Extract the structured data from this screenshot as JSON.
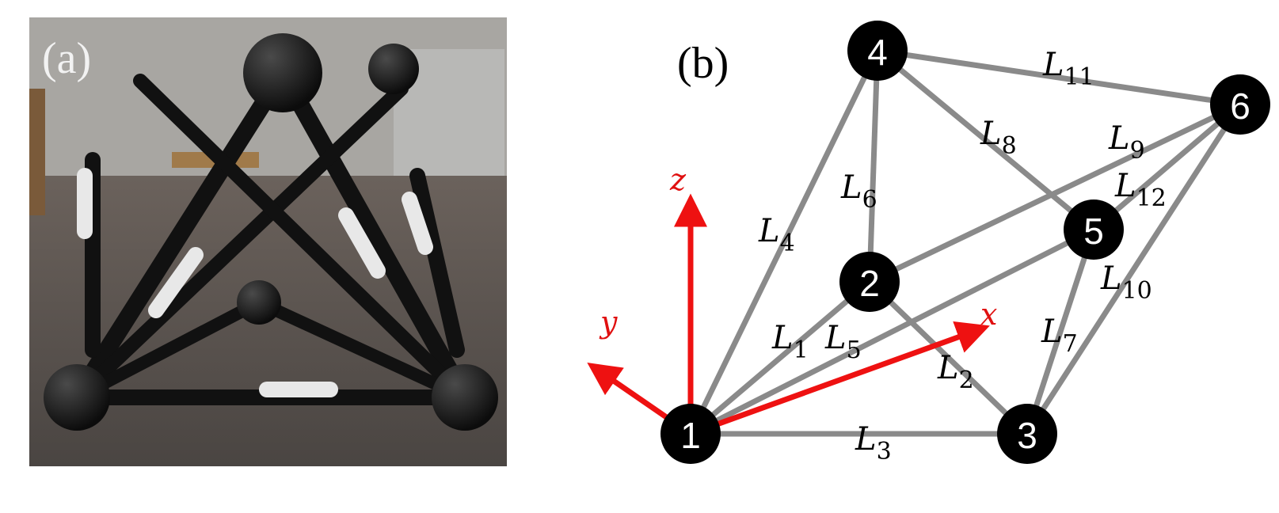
{
  "panel_a": {
    "label": "(a)"
  },
  "panel_b": {
    "label": "(b)"
  },
  "axes": {
    "x": "x",
    "y": "y",
    "z": "z",
    "color": "#ee1111"
  },
  "colors": {
    "edge": "#8a8a8a",
    "node": "#000000",
    "node_text": "#ffffff"
  },
  "nodes": [
    {
      "id": "1",
      "label": "1"
    },
    {
      "id": "2",
      "label": "2"
    },
    {
      "id": "3",
      "label": "3"
    },
    {
      "id": "4",
      "label": "4"
    },
    {
      "id": "5",
      "label": "5"
    },
    {
      "id": "6",
      "label": "6"
    }
  ],
  "edges": [
    {
      "name": "L",
      "sub": "1",
      "from": "1",
      "to": "2"
    },
    {
      "name": "L",
      "sub": "2",
      "from": "2",
      "to": "3"
    },
    {
      "name": "L",
      "sub": "3",
      "from": "1",
      "to": "3"
    },
    {
      "name": "L",
      "sub": "4",
      "from": "1",
      "to": "4"
    },
    {
      "name": "L",
      "sub": "5",
      "from": "1",
      "to": "5"
    },
    {
      "name": "L",
      "sub": "6",
      "from": "2",
      "to": "4"
    },
    {
      "name": "L",
      "sub": "7",
      "from": "3",
      "to": "5"
    },
    {
      "name": "L",
      "sub": "8",
      "from": "4",
      "to": "5"
    },
    {
      "name": "L",
      "sub": "9",
      "from": "2",
      "to": "6"
    },
    {
      "name": "L",
      "sub": "10",
      "from": "3",
      "to": "6"
    },
    {
      "name": "L",
      "sub": "11",
      "from": "4",
      "to": "6"
    },
    {
      "name": "L",
      "sub": "12",
      "from": "5",
      "to": "6"
    }
  ]
}
